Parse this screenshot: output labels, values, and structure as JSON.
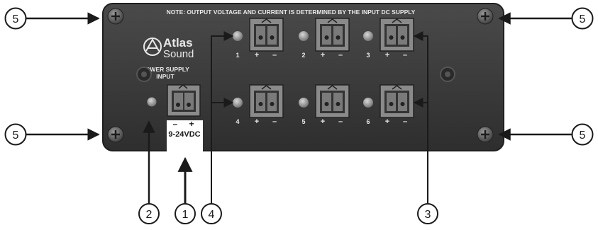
{
  "note": "NOTE: OUTPUT VOLTAGE AND CURRENT IS DETERMINED BY THE INPUT DC SUPPLY",
  "logo": {
    "line1": "Atlas",
    "line2": "Sound"
  },
  "power_input": {
    "label_line1": "POWER SUPPLY",
    "label_line2": "INPUT",
    "minus": "–",
    "plus": "+",
    "voltage": "9-24VDC"
  },
  "outputs": [
    {
      "number": "1",
      "plus": "+",
      "minus": "–"
    },
    {
      "number": "2",
      "plus": "+",
      "minus": "–"
    },
    {
      "number": "3",
      "plus": "+",
      "minus": "–"
    },
    {
      "number": "4",
      "plus": "+",
      "minus": "–"
    },
    {
      "number": "5",
      "plus": "+",
      "minus": "–"
    },
    {
      "number": "6",
      "plus": "+",
      "minus": "–"
    }
  ],
  "callouts": {
    "c1": "1",
    "c2": "2",
    "c3": "3",
    "c4": "4",
    "c5": "5"
  },
  "colors": {
    "panel": "#3b3b3b",
    "panel_edge": "#1f1f1f",
    "terminal": "#8a8a8a",
    "led": "#9a9a9a",
    "text_on_panel": "#e8e8e8",
    "callout": "#1a1a1a"
  }
}
